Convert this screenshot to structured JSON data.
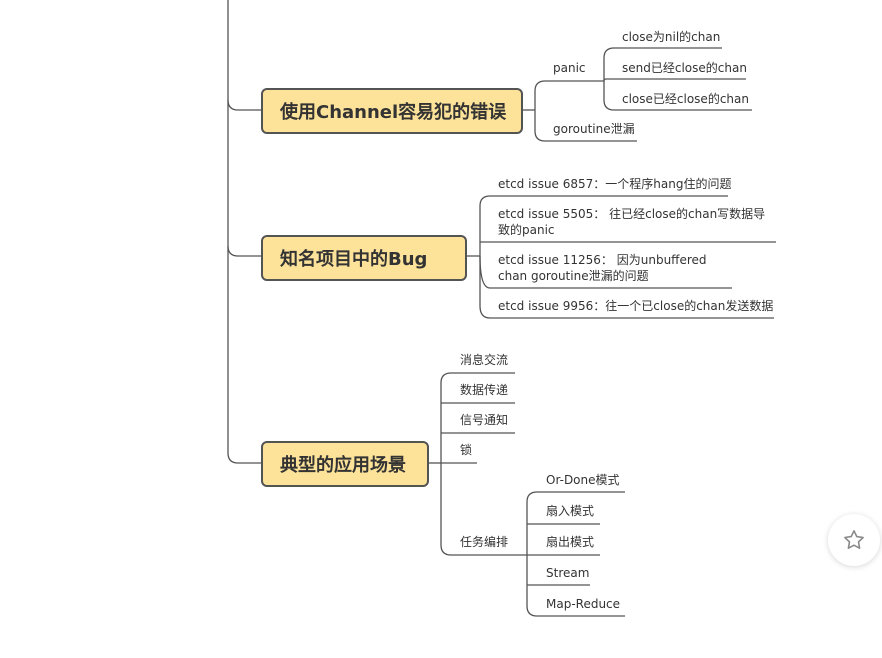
{
  "colors": {
    "node_fill": "#fde39a",
    "node_border": "#545454",
    "line": "#545454",
    "text": "#333333"
  },
  "branches": [
    {
      "label": "使用Channel容易犯的错误",
      "children": [
        {
          "label": "panic",
          "children": [
            "close为nil的chan",
            "send已经close的chan",
            "close已经close的chan"
          ]
        },
        {
          "label": "goroutine泄漏"
        }
      ]
    },
    {
      "label": "知名项目中的Bug",
      "children": [
        "etcd issue 6857：一个程序hang住的问题",
        "etcd issue 5505： 往已经close的chan写数据导致的panic",
        "etcd issue 11256： 因为unbuffered chan goroutine泄漏的问题",
        "etcd issue 9956：往一个已close的chan发送数据"
      ]
    },
    {
      "label": "典型的应用场景",
      "children": [
        {
          "label": "消息交流"
        },
        {
          "label": "数据传递"
        },
        {
          "label": "信号通知"
        },
        {
          "label": "锁"
        },
        {
          "label": "任务编排",
          "children": [
            "Or-Done模式",
            "扇入模式",
            "扇出模式",
            "Stream",
            "Map-Reduce"
          ]
        }
      ]
    }
  ],
  "favorite_icon": "star-outline-icon"
}
